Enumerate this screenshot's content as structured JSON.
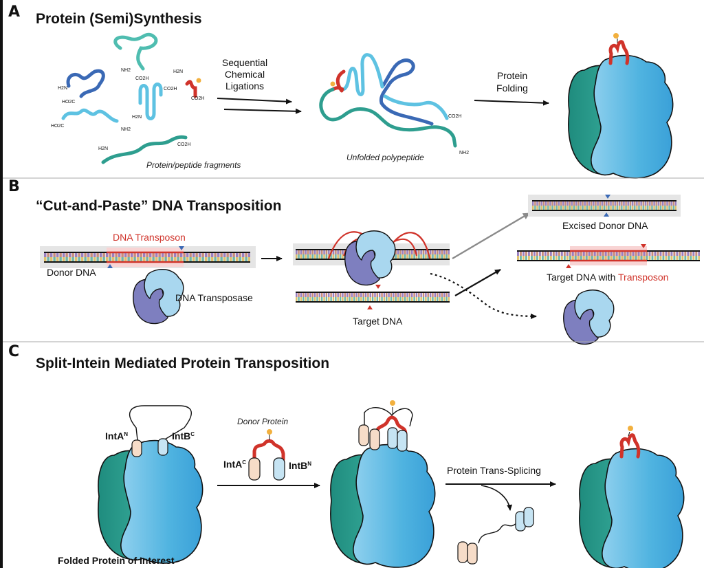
{
  "panels": {
    "a": {
      "letter": "A",
      "title": "Protein (Semi)Synthesis",
      "step1": [
        "Sequential",
        "Chemical",
        "Ligations"
      ],
      "step2": [
        "Protein",
        "Folding"
      ],
      "fragments_caption": "Protein/peptide fragments",
      "unfolded_caption": "Unfolded polypeptide",
      "termini": {
        "nh2": "NH2",
        "h2n": "H2N",
        "co2h": "CO2H",
        "ho2c": "HO2C"
      }
    },
    "b": {
      "letter": "B",
      "title": "“Cut-and-Paste” DNA Transposition",
      "dna_transposon": "DNA Transposon",
      "donor_dna": "Donor DNA",
      "dna_transposase": "DNA Transposase",
      "target_dna": "Target DNA",
      "excised_donor": "Excised Donor DNA",
      "target_with": "Target DNA with ",
      "transposon": "Transposon"
    },
    "c": {
      "letter": "C",
      "title": "Split-Intein Mediated Protein Transposition",
      "donor_protein": "Donor Protein",
      "inta_n": "IntA",
      "inta_n_sup": "N",
      "intb_c": "IntB",
      "intb_c_sup": "C",
      "inta_c": "IntA",
      "inta_c_sup": "C",
      "intb_n": "IntB",
      "intb_n_sup": "N",
      "trans_splicing": "Protein Trans-Splicing",
      "folded_poi": "Folded Protein of Interest"
    }
  },
  "colors": {
    "teal": "#2e9e8f",
    "blue": "#4fb3e0",
    "dark_blue": "#3a69b5",
    "light_teal": "#4fbdb0",
    "red": "#d0332a",
    "orange": "#f2b03e",
    "purple": "#7e7fbf",
    "peach": "#f6dcc8",
    "pale_blue": "#c6e4f3"
  }
}
